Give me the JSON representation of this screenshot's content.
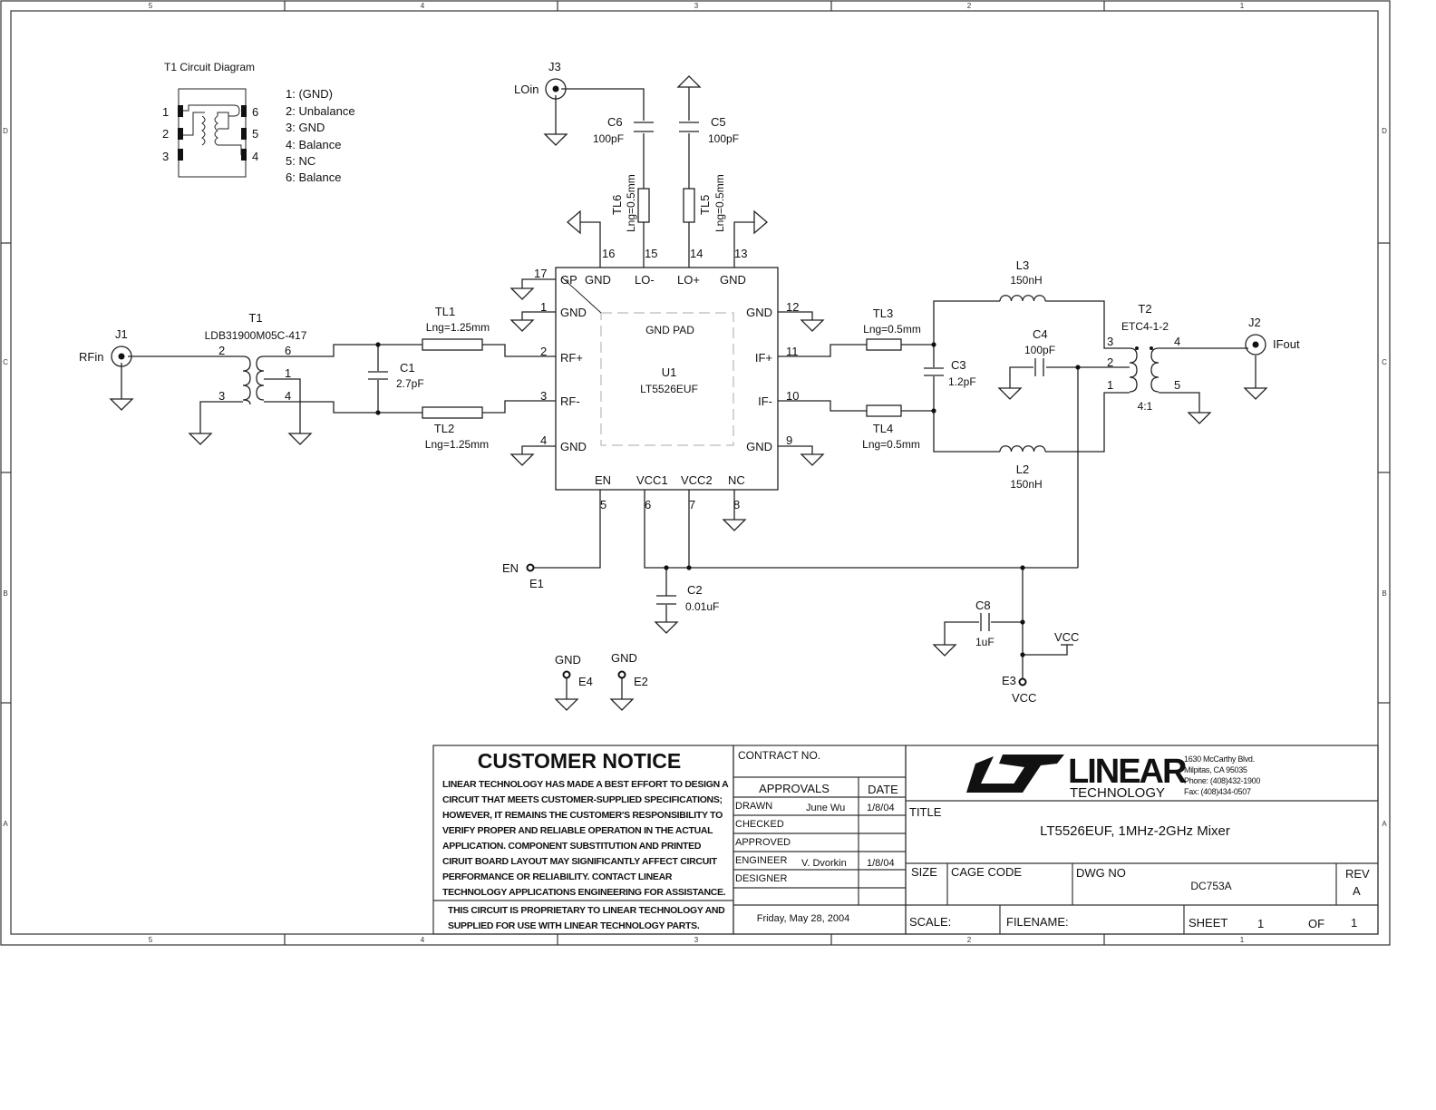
{
  "sheet": {
    "zone_columns": [
      "5",
      "4",
      "3",
      "2",
      "1"
    ],
    "zone_rows": [
      "D",
      "C",
      "B",
      "A"
    ]
  },
  "t1_diagram": {
    "title": "T1 Circuit Diagram",
    "left_pins": [
      "1",
      "2",
      "3"
    ],
    "right_pins": [
      "6",
      "5",
      "4"
    ],
    "legend": [
      "1: (GND)",
      "2: Unbalance",
      "3: GND",
      "4: Balance",
      "5: NC",
      "6: Balance"
    ]
  },
  "components": {
    "J1": {
      "ref": "J1",
      "net": "RFin"
    },
    "J2": {
      "ref": "J2",
      "net": "IFout"
    },
    "J3": {
      "ref": "J3",
      "net": "LOin"
    },
    "T1": {
      "ref": "T1",
      "value": "LDB31900M05C-417",
      "pins": [
        "2",
        "3",
        "6",
        "1",
        "4"
      ]
    },
    "T2": {
      "ref": "T2",
      "value": "ETC4-1-2",
      "ratio": "4:1",
      "pins": [
        "3",
        "2",
        "1",
        "4",
        "5"
      ]
    },
    "C1": {
      "ref": "C1",
      "value": "2.7pF"
    },
    "C2": {
      "ref": "C2",
      "value": "0.01uF"
    },
    "C3": {
      "ref": "C3",
      "value": "1.2pF"
    },
    "C4": {
      "ref": "C4",
      "value": "100pF"
    },
    "C5": {
      "ref": "C5",
      "value": "100pF"
    },
    "C6": {
      "ref": "C6",
      "value": "100pF"
    },
    "C8": {
      "ref": "C8",
      "value": "1uF"
    },
    "L2": {
      "ref": "L2",
      "value": "150nH"
    },
    "L3": {
      "ref": "L3",
      "value": "150nH"
    },
    "TL1": {
      "ref": "TL1",
      "value": "Lng=1.25mm"
    },
    "TL2": {
      "ref": "TL2",
      "value": "Lng=1.25mm"
    },
    "TL3": {
      "ref": "TL3",
      "value": "Lng=0.5mm"
    },
    "TL4": {
      "ref": "TL4",
      "value": "Lng=0.5mm"
    },
    "TL5": {
      "ref": "TL5",
      "value": "Lng=0.5mm"
    },
    "TL6": {
      "ref": "TL6",
      "value": "Lng=0.5mm"
    },
    "E1": {
      "ref": "E1",
      "net": "EN"
    },
    "E2": {
      "ref": "E2",
      "net": "GND"
    },
    "E3": {
      "ref": "E3",
      "net": "VCC"
    },
    "E4": {
      "ref": "E4",
      "net": "GND"
    },
    "vcc_label": "VCC"
  },
  "u1": {
    "ref": "U1",
    "part": "LT5526EUF",
    "pad_label": "GND PAD",
    "pins_top": [
      {
        "num": "17",
        "name": "GP"
      },
      {
        "num": "16",
        "name": "GND"
      },
      {
        "num": "15",
        "name": "LO-"
      },
      {
        "num": "14",
        "name": "LO+"
      },
      {
        "num": "13",
        "name": "GND"
      }
    ],
    "pins_left": [
      {
        "num": "1",
        "name": "GND"
      },
      {
        "num": "2",
        "name": "RF+"
      },
      {
        "num": "3",
        "name": "RF-"
      },
      {
        "num": "4",
        "name": "GND"
      }
    ],
    "pins_right": [
      {
        "num": "12",
        "name": "GND"
      },
      {
        "num": "11",
        "name": "IF+"
      },
      {
        "num": "10",
        "name": "IF-"
      },
      {
        "num": "9",
        "name": "GND"
      }
    ],
    "pins_bottom": [
      {
        "num": "5",
        "name": "EN"
      },
      {
        "num": "6",
        "name": "VCC1"
      },
      {
        "num": "7",
        "name": "VCC2"
      },
      {
        "num": "8",
        "name": "NC"
      }
    ]
  },
  "title_block": {
    "notice_heading": "CUSTOMER NOTICE",
    "notice_lines": [
      "LINEAR TECHNOLOGY HAS MADE A BEST EFFORT TO DESIGN A",
      "CIRCUIT THAT MEETS CUSTOMER-SUPPLIED SPECIFICATIONS;",
      "HOWEVER, IT REMAINS THE CUSTOMER'S RESPONSIBILITY TO",
      "VERIFY PROPER AND RELIABLE OPERATION IN THE ACTUAL",
      "APPLICATION.  COMPONENT SUBSTITUTION AND PRINTED",
      "CIRUIT BOARD LAYOUT MAY SIGNIFICANTLY AFFECT CIRCUIT",
      "PERFORMANCE OR RELIABILITY.  CONTACT LINEAR",
      "TECHNOLOGY APPLICATIONS ENGINEERING FOR ASSISTANCE."
    ],
    "proprietary_lines": [
      "THIS CIRCUIT IS PROPRIETARY TO LINEAR TECHNOLOGY AND",
      "SUPPLIED FOR USE WITH LINEAR TECHNOLOGY PARTS."
    ],
    "contract_label": "CONTRACT NO.",
    "approvals_label": "APPROVALS",
    "date_label": "DATE",
    "approvals": [
      {
        "role": "DRAWN",
        "name": "June Wu",
        "date": "1/8/04"
      },
      {
        "role": "CHECKED",
        "name": "",
        "date": ""
      },
      {
        "role": "APPROVED",
        "name": "",
        "date": ""
      },
      {
        "role": "ENGINEER",
        "name": "V. Dvorkin",
        "date": "1/8/04"
      },
      {
        "role": "DESIGNER",
        "name": "",
        "date": ""
      }
    ],
    "print_date": "Friday, May 28, 2004",
    "company": {
      "logo_word": "LINEAR",
      "logo_sub": "TECHNOLOGY",
      "address": [
        "1630 McCarthy Blvd.",
        "Milpitas, CA 95035",
        "Phone: (408)432-1900",
        "Fax: (408)434-0507"
      ]
    },
    "title_label": "TITLE",
    "title": "LT5526EUF, 1MHz-2GHz Mixer",
    "size_label": "SIZE",
    "cage_label": "CAGE CODE",
    "dwg_label": "DWG NO",
    "dwg_no": "DC753A",
    "rev_label": "REV",
    "rev": "A",
    "scale_label": "SCALE:",
    "filename_label": "FILENAME:",
    "sheet_label": "SHEET",
    "sheet": "1",
    "of_label": "OF",
    "sheet_total": "1"
  }
}
